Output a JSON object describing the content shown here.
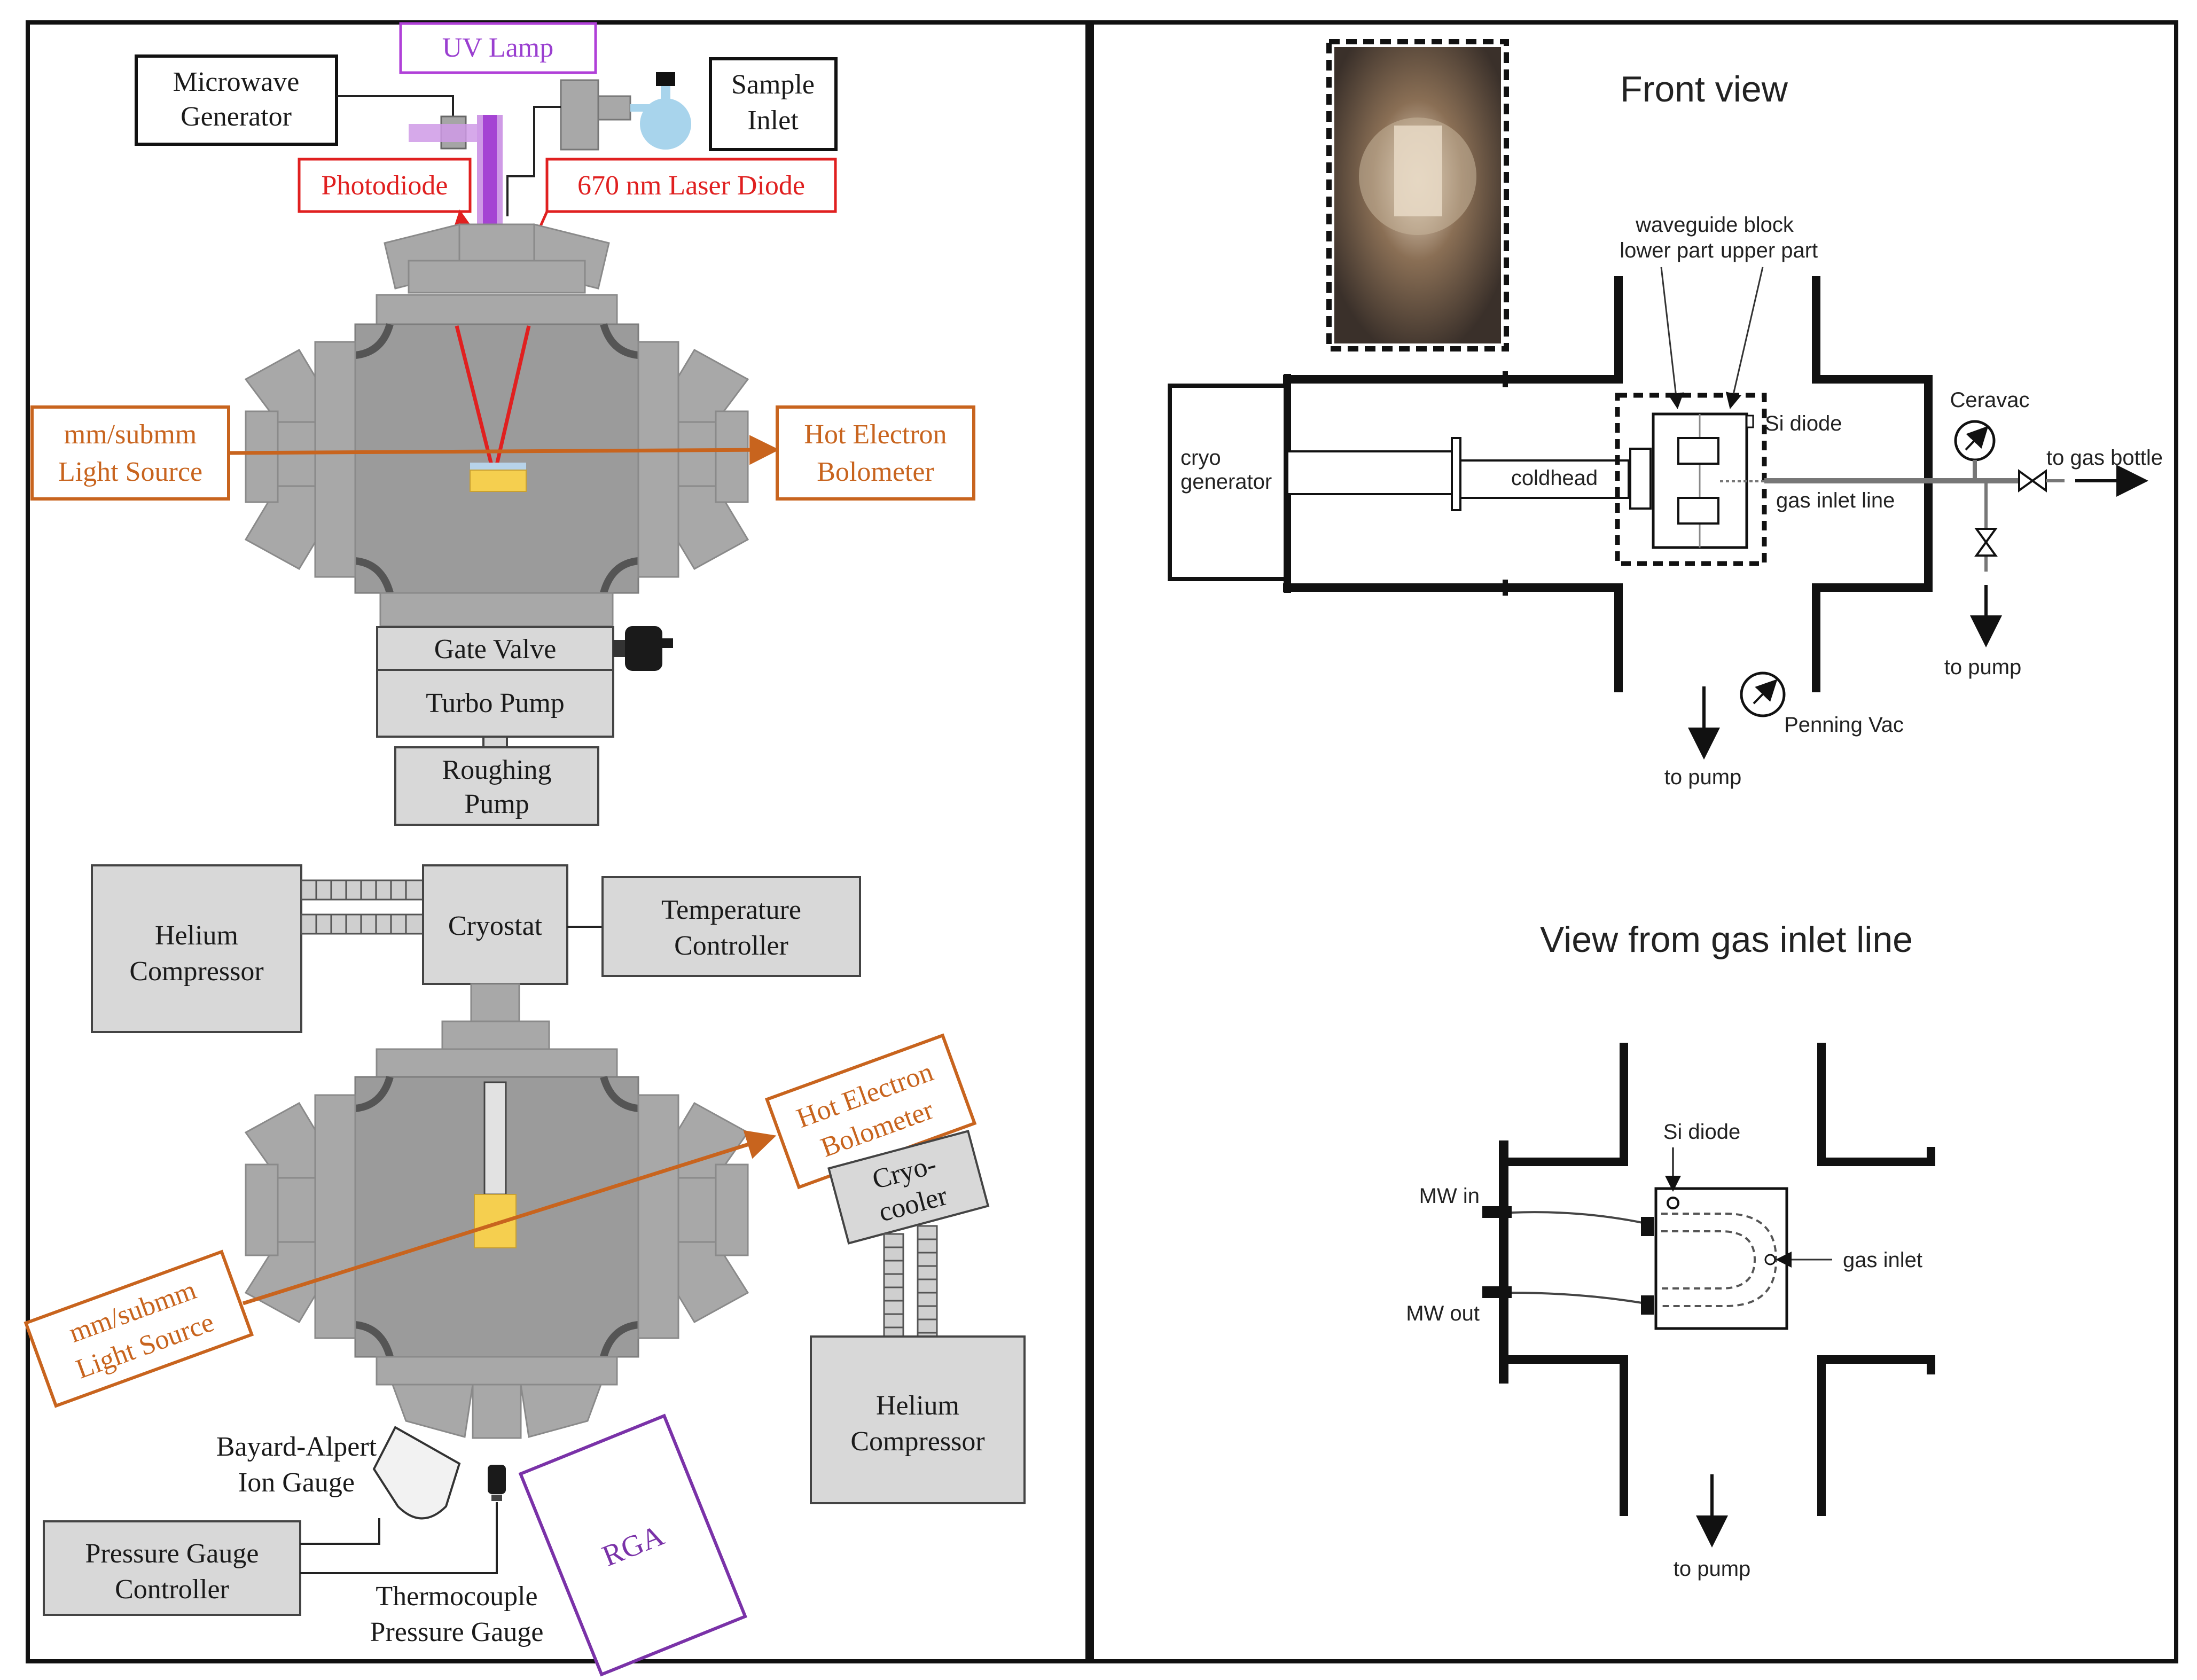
{
  "left_top": {
    "uv_lamp": "UV Lamp",
    "microwave_generator": [
      "Microwave",
      "Generator"
    ],
    "sample_inlet": [
      "Sample",
      "Inlet"
    ],
    "photodiode": "Photodiode",
    "laser_diode": "670 nm  Laser Diode",
    "light_source": [
      "mm/submm",
      "Light Source"
    ],
    "hot_electron_bolometer": [
      "Hot Electron",
      "Bolometer"
    ],
    "gate_valve": "Gate Valve",
    "turbo_pump": "Turbo Pump",
    "roughing_pump": [
      "Roughing",
      "Pump"
    ]
  },
  "left_bottom": {
    "helium_compressor_left": [
      "Helium",
      "Compressor"
    ],
    "cryostat": "Cryostat",
    "temperature_controller": [
      "Temperature",
      "Controller"
    ],
    "hot_electron_bolometer": [
      "Hot Electron",
      "Bolometer"
    ],
    "cryo_cooler": [
      "Cryo-",
      "cooler"
    ],
    "light_source": [
      "mm/submm",
      "Light Source"
    ],
    "helium_compressor_right": [
      "Helium",
      "Compressor"
    ],
    "ion_gauge": [
      "Bayard-Alpert",
      "Ion Gauge"
    ],
    "pressure_gauge_controller": [
      "Pressure Gauge",
      "Controller"
    ],
    "thermocouple_gauge": [
      "Thermocouple",
      "Pressure Gauge"
    ],
    "rga": "RGA"
  },
  "front_view": {
    "title": "Front view",
    "waveguide_block": "waveguide block",
    "lower_part": "lower part",
    "upper_part": "upper part",
    "si_diode": "Si diode",
    "cryo_generator": [
      "cryo",
      "generator"
    ],
    "coldhead": "coldhead",
    "gas_inlet_line": "gas inlet line",
    "ceravac": "Ceravac",
    "to_gas_bottle": "to gas bottle",
    "to_pump_right": "to pump",
    "penning_vac": "Penning Vac",
    "to_pump_bottom": "to pump"
  },
  "gas_inlet_view": {
    "title": "View from gas inlet line",
    "si_diode": "Si diode",
    "mw_in": "MW in",
    "mw_out": "MW out",
    "gas_inlet": "gas inlet",
    "to_pump": "to pump"
  },
  "colors": {
    "red": "#e02020",
    "orange": "#c8641e",
    "purple": "#9a3fd0",
    "laser_yellow": "#f5cf4f",
    "chamber_gray": "#9b9b9b"
  }
}
